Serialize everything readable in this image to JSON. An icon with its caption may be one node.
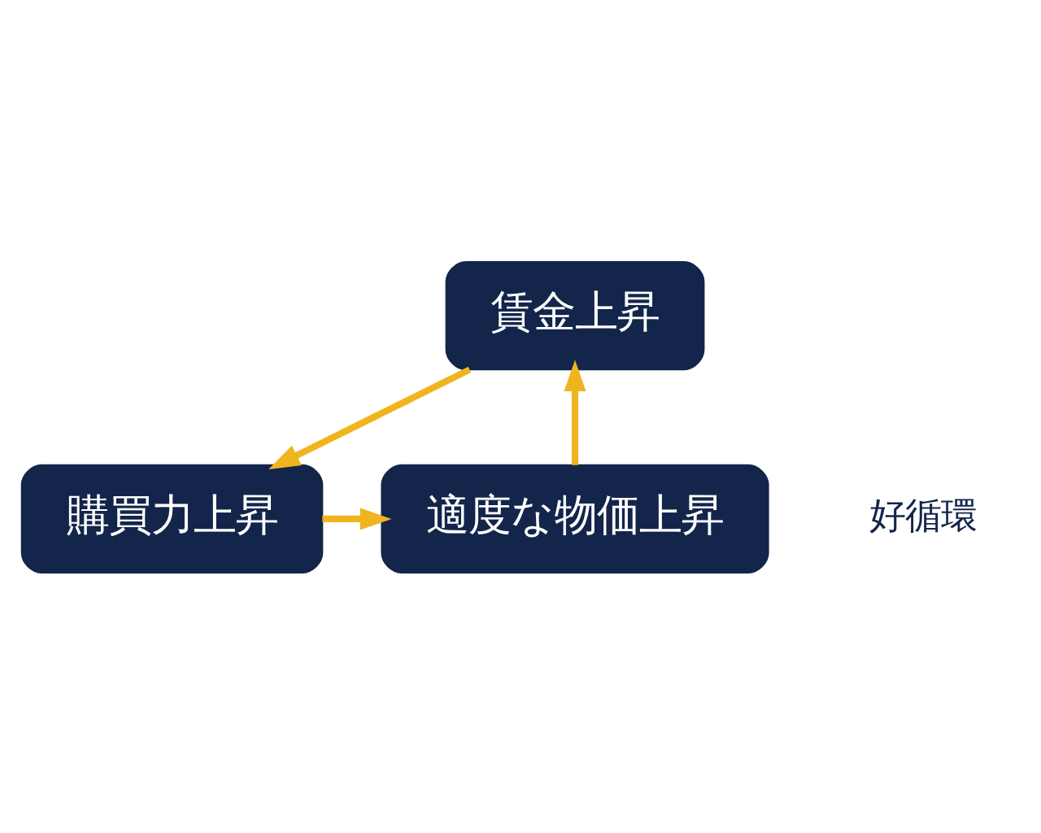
{
  "diagram": {
    "nodes": [
      {
        "text": [
          "賃金上昇"
        ]
      },
      {
        "text": [
          "購買力上昇"
        ]
      },
      {
        "text": [
          "適度な物価上昇"
        ]
      }
    ],
    "edges": [
      {
        "from": 0,
        "to": 1,
        "arrow": "to"
      },
      {
        "from": 1,
        "to": 2,
        "arrow": "to"
      },
      {
        "from": 2,
        "to": 0,
        "arrow": "to"
      }
    ],
    "labels": [
      "好循環"
    ]
  }
}
